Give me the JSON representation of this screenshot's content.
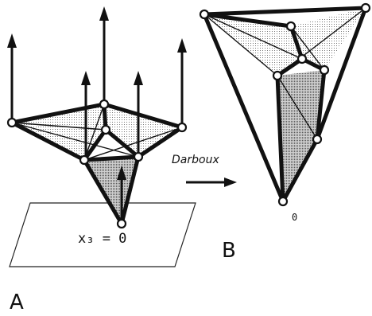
{
  "labels": {
    "plane_equation": "x₃ = 0",
    "darboux": "Darboux",
    "vertex_zero": "0",
    "panel_a": "A",
    "panel_b": "B"
  }
}
